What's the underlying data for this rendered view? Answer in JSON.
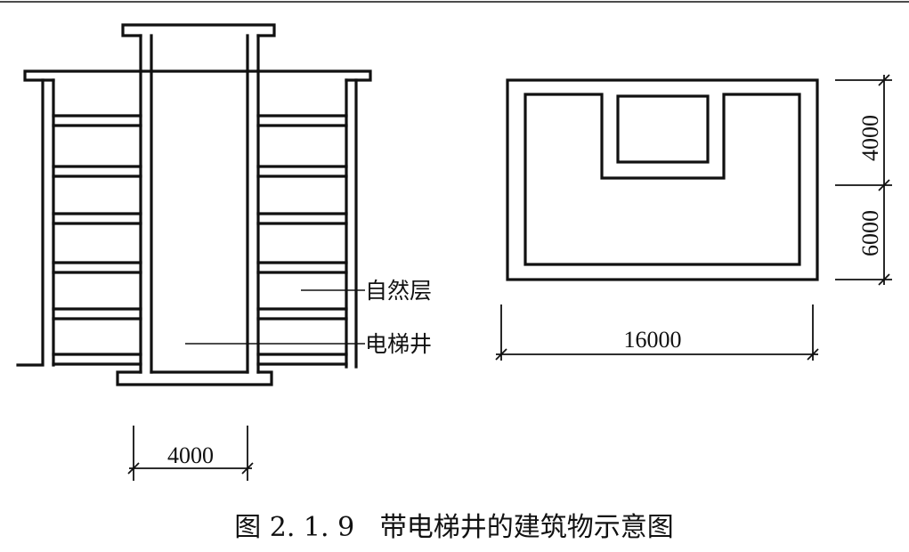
{
  "labels": {
    "natural_floor": "自然层",
    "elevator_shaft": "电梯井"
  },
  "dimensions": {
    "shaft_width": "4000",
    "plan_width": "16000",
    "plan_top": "4000",
    "plan_bottom": "6000"
  },
  "caption": "图 2. 1. 9   带电梯井的建筑物示意图"
}
